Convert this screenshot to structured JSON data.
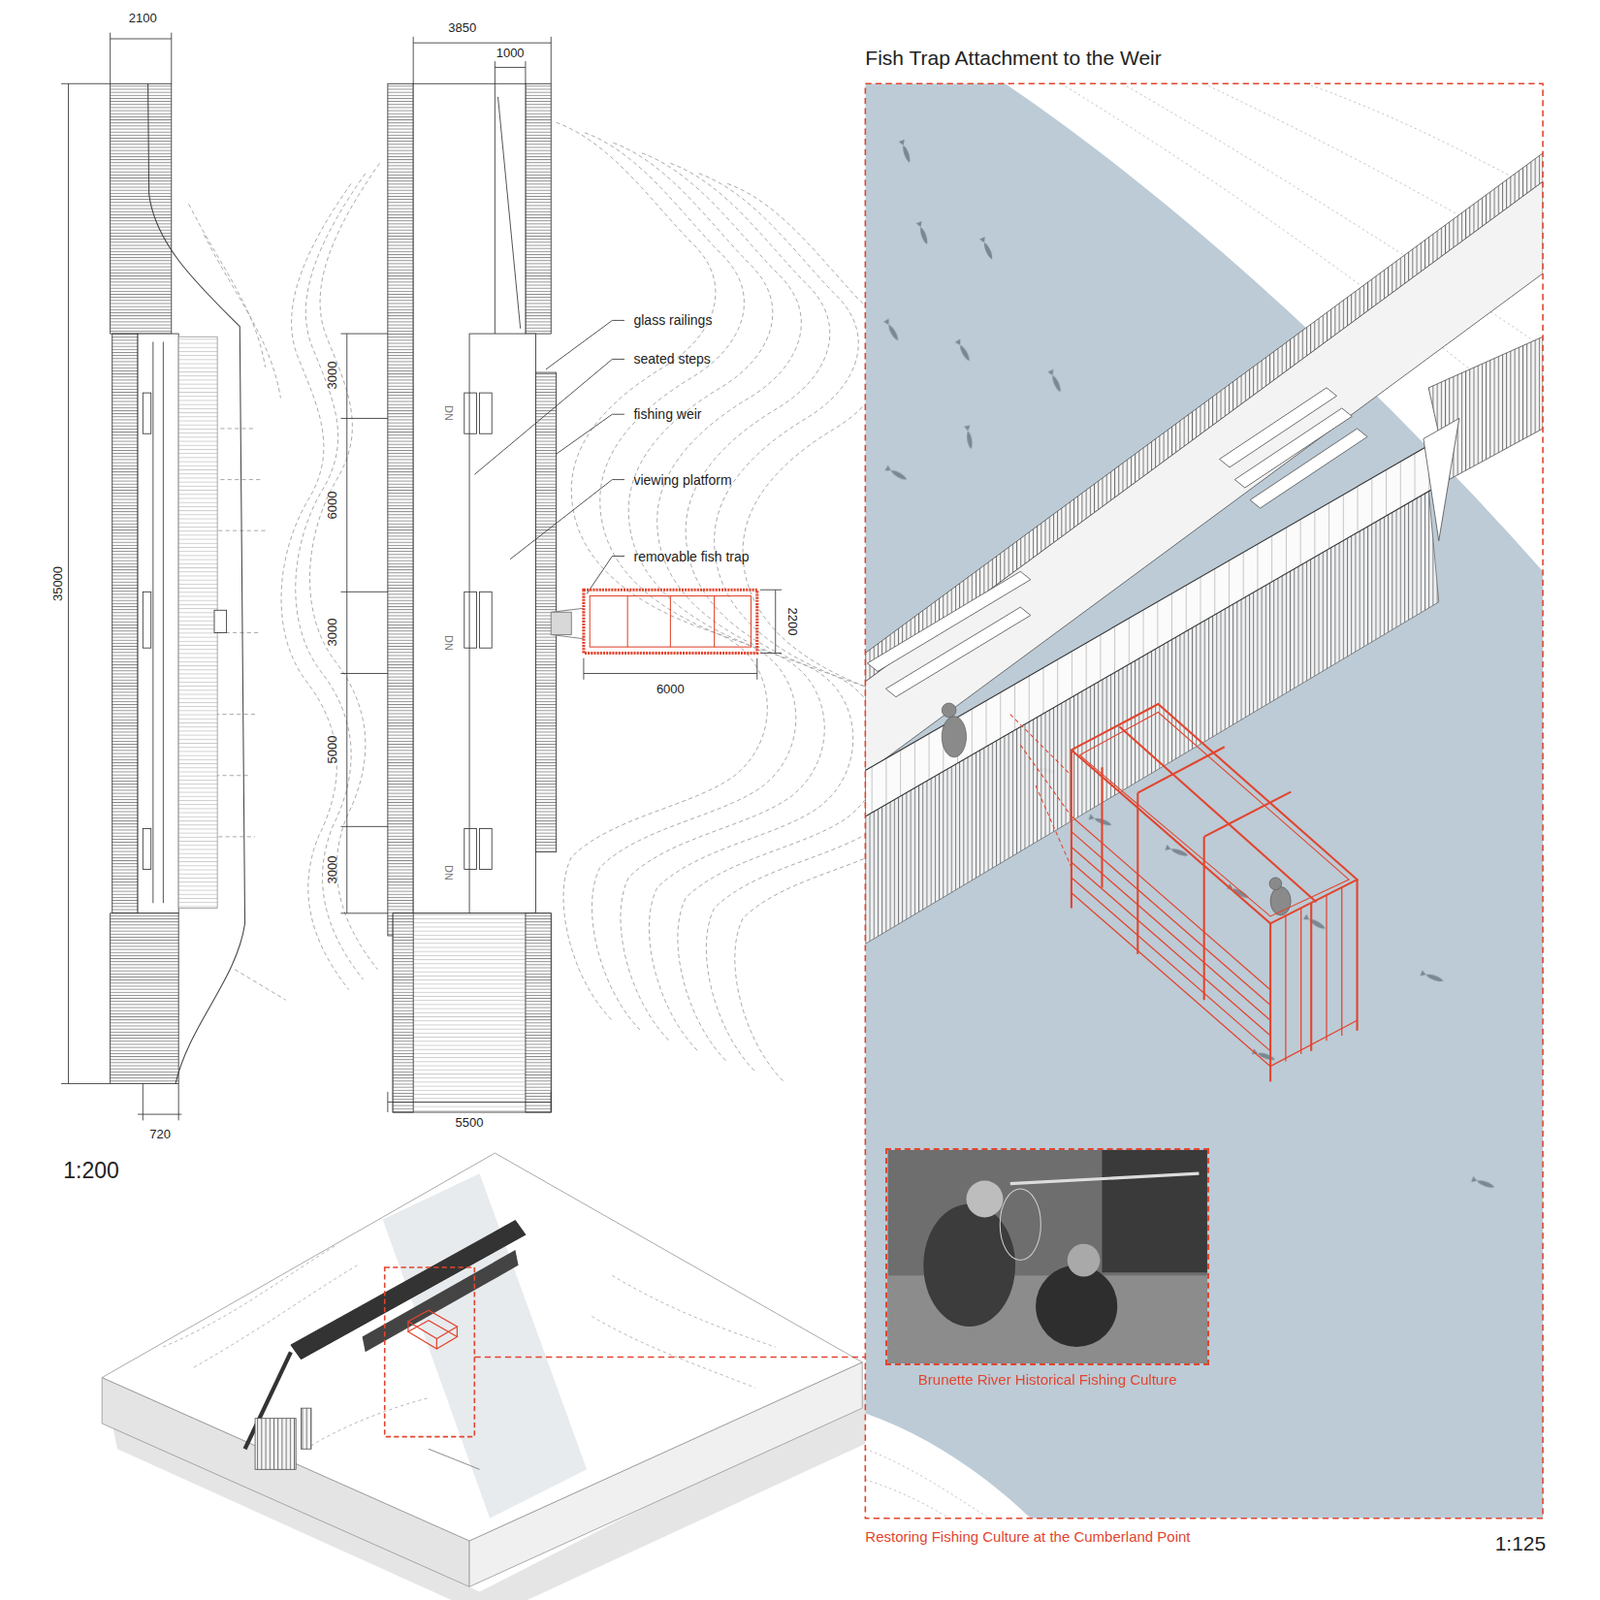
{
  "diagram": {
    "title": "Fish Trap Attachment to the Weir",
    "caption": "Restoring Fishing Culture at the Cumberland Point",
    "nodes": [
      {
        "text": [
          "Brunette River Historical Fishing Culture"
        ]
      }
    ],
    "labels": [
      "2100",
      "35000",
      "720",
      "3850",
      "1000",
      "glass railings",
      "seated steps",
      "fishing weir",
      "viewing platform",
      "removable fish trap",
      "3000",
      "6000",
      "3000",
      "5000",
      "3000",
      "DN",
      "DN",
      "DN",
      "2200",
      "6000",
      "5500",
      "1:200",
      "1:125"
    ]
  }
}
